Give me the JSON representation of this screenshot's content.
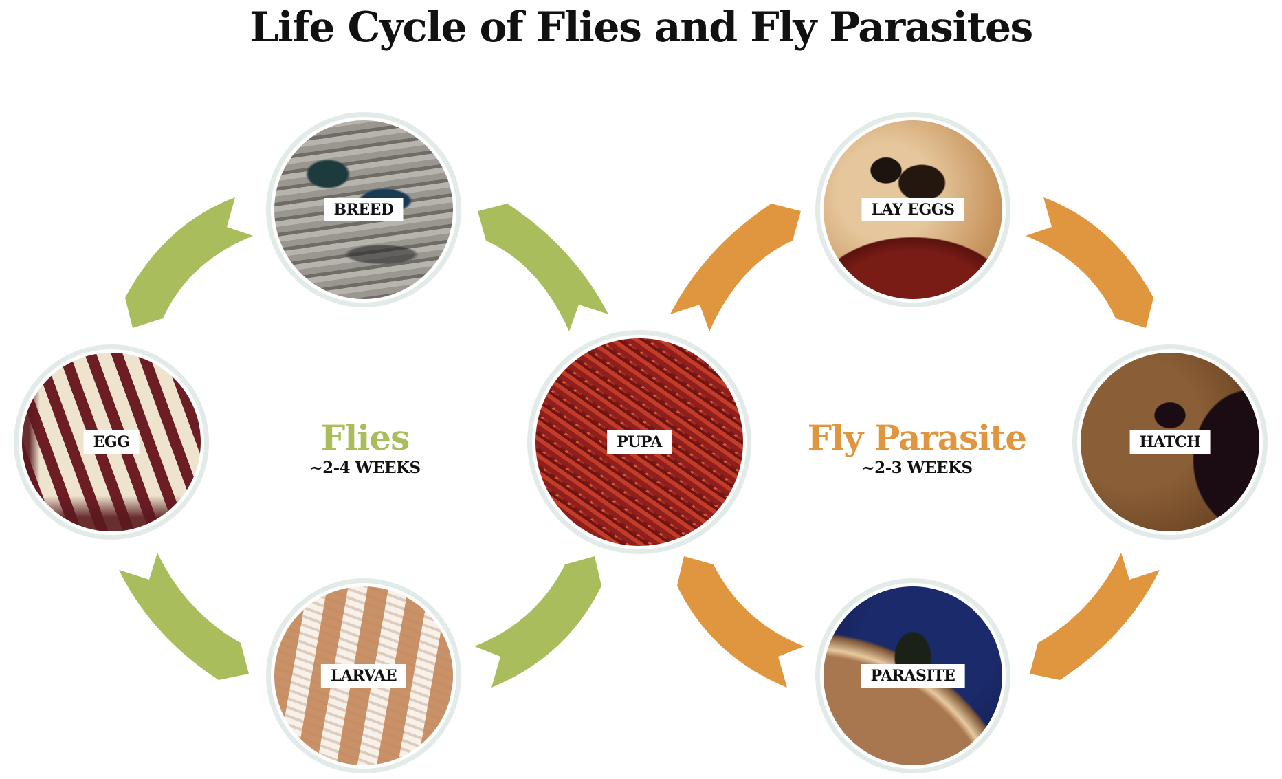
{
  "title": "Life Cycle of Flies and Fly Parasites",
  "colors": {
    "flies_accent": "#a9bd5c",
    "parasite_accent": "#e0963e",
    "ring": "#e3ebe8",
    "text": "#111111",
    "background": "#ffffff"
  },
  "cycles": {
    "flies": {
      "name": "Flies",
      "duration": "~2-4 WEEKS",
      "color": "#a9bd5c"
    },
    "parasite": {
      "name": "Fly Parasite",
      "duration": "~2-3 WEEKS",
      "color": "#e0963e"
    }
  },
  "stages": {
    "breed": {
      "label": "BREED",
      "cycle": "flies"
    },
    "egg": {
      "label": "EGG",
      "cycle": "flies"
    },
    "larvae": {
      "label": "LARVAE",
      "cycle": "flies"
    },
    "pupa": {
      "label": "PUPA",
      "cycle": "shared"
    },
    "lay_eggs": {
      "label": "LAY EGGS",
      "cycle": "parasite"
    },
    "hatch": {
      "label": "HATCH",
      "cycle": "parasite"
    },
    "parasite": {
      "label": "PARASITE",
      "cycle": "parasite"
    }
  },
  "flows": {
    "flies": [
      "EGG",
      "LARVAE",
      "PUPA",
      "BREED",
      "EGG"
    ],
    "parasite": [
      "PUPA",
      "LAY EGGS",
      "HATCH",
      "PARASITE",
      "PUPA"
    ]
  }
}
